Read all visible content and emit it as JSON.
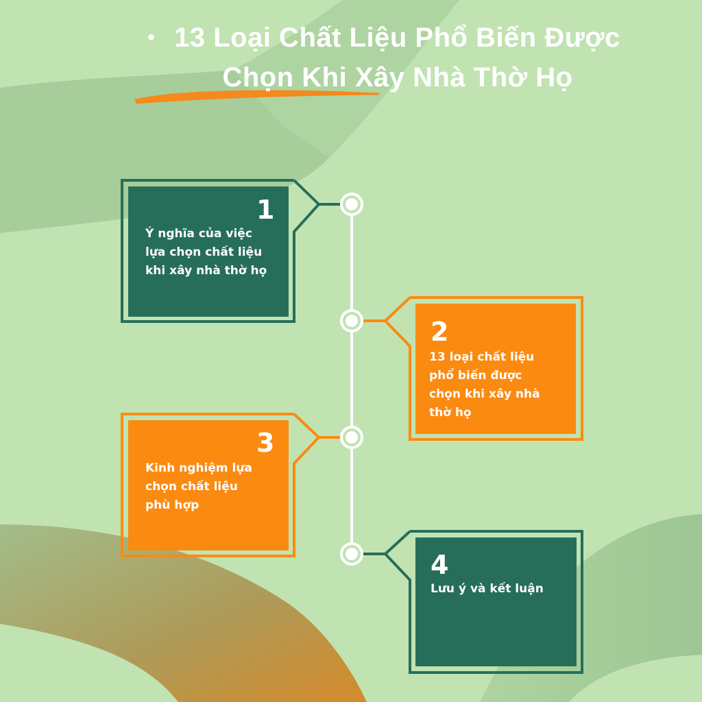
{
  "title": {
    "bullet": "•",
    "line1": "13 Loại Chất Liệu Phổ Biến Được",
    "line2": "Chọn Khi Xây Nhà Thờ Họ"
  },
  "colors": {
    "background": "#c1e3b2",
    "dark_green": "#266e5a",
    "orange": "#fb8a11",
    "white": "#ffffff",
    "shape_mid_green": "#a5cc98"
  },
  "steps": [
    {
      "number": "1",
      "text_lines": [
        "Ý nghĩa của việc",
        "lựa chọn chất liệu",
        "khi xây nhà thờ họ"
      ],
      "color": "dark_green",
      "side": "left"
    },
    {
      "number": "2",
      "text_lines": [
        "13 loại chất liệu",
        "phổ biến được",
        "chọn khi xây nhà",
        "thờ họ"
      ],
      "color": "orange",
      "side": "right"
    },
    {
      "number": "3",
      "text_lines": [
        "Kinh nghiệm lựa",
        "chọn chất liệu",
        "phù hợp"
      ],
      "color": "orange",
      "side": "left"
    },
    {
      "number": "4",
      "text_lines": [
        "Lưu ý và kết luận"
      ],
      "color": "dark_green",
      "side": "right"
    }
  ]
}
